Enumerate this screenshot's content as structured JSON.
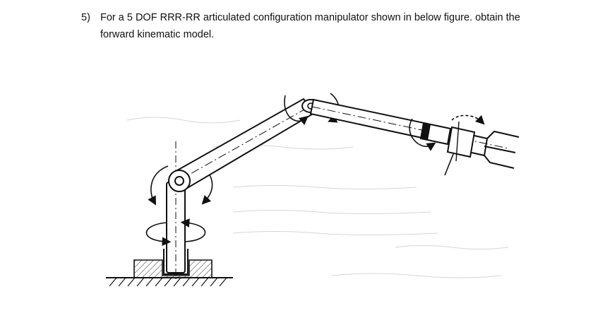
{
  "question": {
    "number": "5)",
    "line1": "For a 5 DOF RRR-RR articulated configuration manipulator shown in below figure. obtain the",
    "line2": "forward kinematic model."
  },
  "figure": {
    "ink_color": "#111111",
    "bleed_color": "#cfcfcf"
  }
}
